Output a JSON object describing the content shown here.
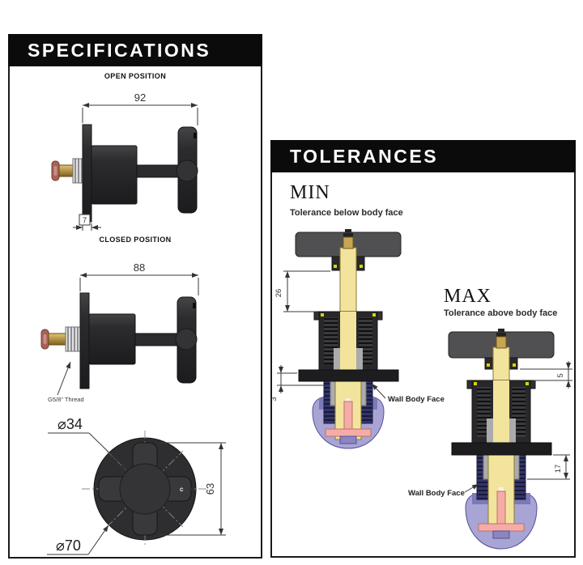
{
  "specifications": {
    "title": "SPECIFICATIONS",
    "open_view": {
      "label": "OPEN POSITION",
      "width_mm": "92",
      "flange_mm": "7"
    },
    "closed_view": {
      "label": "CLOSED POSITION",
      "width_mm": "88",
      "thread_callout": "G5/8\" Thread"
    },
    "bottom_view": {
      "hub_diameter": "⌀34",
      "handle_length_mm": "63",
      "plate_diameter": "⌀70",
      "handle_mark": "c"
    }
  },
  "tolerances": {
    "title": "TOLERANCES",
    "min": {
      "heading": "MIN",
      "description": "Tolerance below body face",
      "above_body_mm": "26",
      "below_flange_mm": "3",
      "callout": "Wall Body Face"
    },
    "max": {
      "heading": "MAX",
      "description": "Tolerance above body face",
      "above_body_mm": "5",
      "below_flange_mm": "17",
      "callout": "Wall Body Face"
    }
  },
  "colors": {
    "header_bg": "#0b0b0b",
    "header_text": "#ffffff",
    "line": "#3a3a3a",
    "body_dark": "#2c2c2e",
    "handle_gray": "#505052",
    "brass": "#c8a550",
    "copper": "#a86258",
    "chrome": "#d9d9db",
    "spindle_yellow": "#f2e49c",
    "bulb_lavender": "#a8a4d4",
    "thread_navy": "#33356a",
    "valve_pink": "#f5aca6"
  }
}
